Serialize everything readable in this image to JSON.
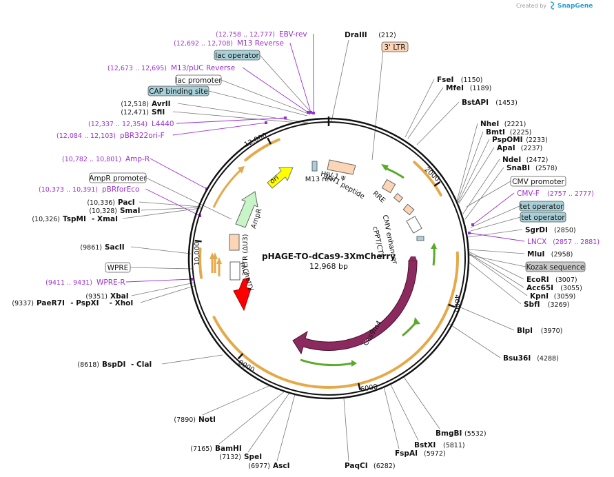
{
  "header": {
    "credit": "Created by",
    "brand": "SnapGene"
  },
  "plasmid": {
    "name": "pHAGE-TO-dCas9-3XmCherry",
    "size_label": "12,968 bp",
    "length": 12968
  },
  "ticks": [
    "2000",
    "4000",
    "6000",
    "8000",
    "10,000",
    "12,000"
  ],
  "enzymes": [
    {
      "name": "DraIII",
      "pos": "(212)"
    },
    {
      "name": "FseI",
      "pos": "(1150)"
    },
    {
      "name": "MfeI",
      "pos": "(1189)"
    },
    {
      "name": "BstAPI",
      "pos": "(1453)"
    },
    {
      "name": "NheI",
      "pos": "(2221)"
    },
    {
      "name": "BmtI",
      "pos": "(2225)"
    },
    {
      "name": "PspOMI",
      "pos": "(2233)"
    },
    {
      "name": "ApaI",
      "pos": "(2237)"
    },
    {
      "name": "NdeI",
      "pos": "(2472)"
    },
    {
      "name": "SnaBI",
      "pos": "(2578)"
    },
    {
      "name": "SgrDI",
      "pos": "(2850)"
    },
    {
      "name": "MluI",
      "pos": "(2958)"
    },
    {
      "name": "EcoRI",
      "pos": "(3007)"
    },
    {
      "name": "Acc65I",
      "pos": "(3055)"
    },
    {
      "name": "KpnI",
      "pos": "(3059)"
    },
    {
      "name": "SbfI",
      "pos": "(3269)"
    },
    {
      "name": "BlpI",
      "pos": "(3970)"
    },
    {
      "name": "Bsu36I",
      "pos": "(4288)"
    },
    {
      "name": "BmgBI",
      "pos": "(5532)"
    },
    {
      "name": "BstXI",
      "pos": "(5811)"
    },
    {
      "name": "FspAI",
      "pos": "(5972)"
    },
    {
      "name": "PaqCI",
      "pos": "(6282)"
    },
    {
      "name": "AscI",
      "pos": "(6977)"
    },
    {
      "name": "SpeI",
      "pos": "(7132)"
    },
    {
      "name": "BamHI",
      "pos": "(7165)"
    },
    {
      "name": "NotI",
      "pos": "(7890)"
    },
    {
      "name": "BspDI",
      "pos": "(8618)",
      "alt": "- ClaI"
    },
    {
      "name": "PaeR7I",
      "pos": "(9337)",
      "alt": "- PspXI",
      "alt2": "- XhoI"
    },
    {
      "name": "XbaI",
      "pos": "(9351)"
    },
    {
      "name": "SacII",
      "pos": "(9861)"
    },
    {
      "name": "TspMI",
      "pos": "(10,326)",
      "alt": "- XmaI"
    },
    {
      "name": "SmaI",
      "pos": "(10,328)"
    },
    {
      "name": "PacI",
      "pos": "(10,336)"
    },
    {
      "name": "SfiI",
      "pos": "(12,471)"
    },
    {
      "name": "AvrII",
      "pos": "(12,518)"
    }
  ],
  "primers": [
    {
      "name": "EBV-rev",
      "pos": "(12,758 .. 12,777)"
    },
    {
      "name": "M13 Reverse",
      "pos": "(12,692 .. 12,708)"
    },
    {
      "name": "M13/pUC Reverse",
      "pos": "(12,673 .. 12,695)"
    },
    {
      "name": "L4440",
      "pos": "(12,337 .. 12,354)"
    },
    {
      "name": "pBR322ori-F",
      "pos": "(12,084 .. 12,103)"
    },
    {
      "name": "Amp-R",
      "pos": "(10,782 .. 10,801)"
    },
    {
      "name": "pBRforEco",
      "pos": "(10,373 .. 10,391)"
    },
    {
      "name": "WPRE-R",
      "pos": "(9411 .. 9431)"
    },
    {
      "name": "CMV-F",
      "pos": "(2757 .. 2777)"
    },
    {
      "name": "LNCX",
      "pos": "(2857 .. 2881)"
    }
  ],
  "feature_boxes": [
    {
      "name": "3' LTR",
      "color": "#fbd5b5"
    },
    {
      "name": "lac operator",
      "color": "#a8d0d8"
    },
    {
      "name": "lac promoter",
      "color": "#ffffff"
    },
    {
      "name": "CAP binding site",
      "color": "#a8d0d8"
    },
    {
      "name": "AmpR promoter",
      "color": "#ffffff"
    },
    {
      "name": "WPRE",
      "color": "#ffffff"
    },
    {
      "name": "CMV promoter",
      "color": "#ffffff"
    },
    {
      "name": "tet operator",
      "color": "#a8d0d8"
    },
    {
      "name": "tet operator",
      "color": "#a8d0d8"
    },
    {
      "name": "Kozak sequence",
      "color": "#c8c8c8"
    }
  ],
  "inner_labels": {
    "m13rev": "M13 rev",
    "hiv": "HIV-1 ψ",
    "rre": "RRE",
    "gp41": "gp41 peptide",
    "cmv_enh": "CMV enhancer",
    "cppt": "cPPT/CTS",
    "ori": "ori",
    "ampr": "AmpR",
    "ltr3": "3' LTR (ΔU3)",
    "mcherry": "mCherry",
    "cas9": "Cas9m4"
  },
  "colors": {
    "backbone": "#111111",
    "cas9": "#8b2a5e",
    "mcherry": "#ff0000",
    "ori": "#ffff00",
    "ampr": "#c8f5c8",
    "ltr": "#fbd5b5",
    "orf_arc": "#e6a949",
    "orf_arrow": "#5aaa2a",
    "primer": "#9b30d0"
  }
}
